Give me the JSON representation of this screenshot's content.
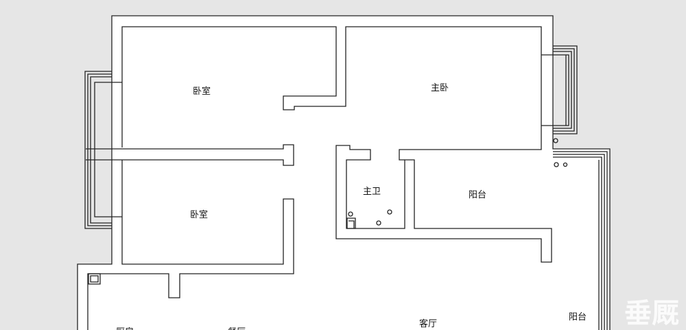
{
  "rooms": {
    "bedroom_upper": "卧室",
    "master_bedroom": "主卧",
    "master_bath": "主卫",
    "balcony_north": "阳台",
    "bedroom_lower": "卧室",
    "kitchen": "厨房",
    "dining": "餐厅",
    "living": "客厅",
    "balcony_south": "阳台"
  },
  "watermark": "垂厩",
  "colors": {
    "background": "#e6e6e6",
    "floor": "#ffffff",
    "wall_line": "#222222"
  }
}
